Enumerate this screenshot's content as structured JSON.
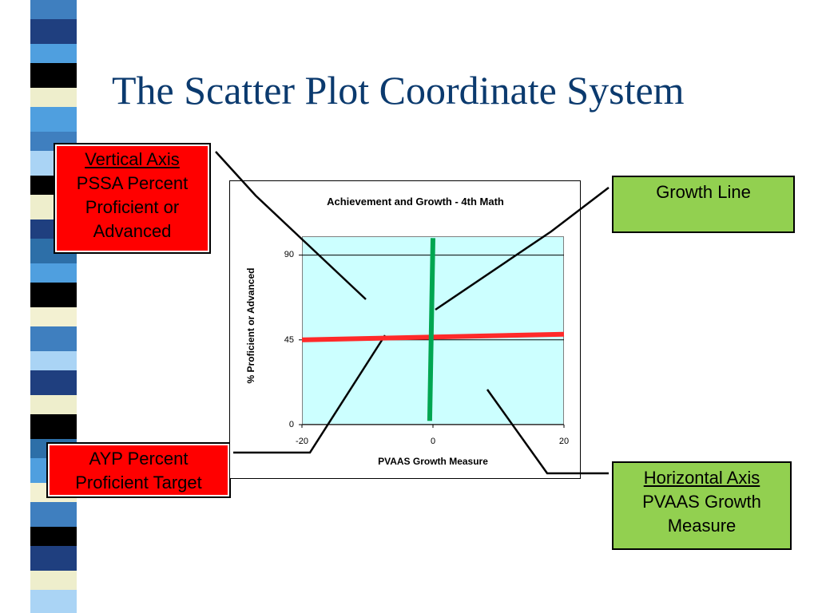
{
  "slide": {
    "title": "The Scatter Plot Coordinate System"
  },
  "callouts": {
    "vertical_axis": {
      "heading": "Vertical Axis",
      "line1": "PSSA Percent",
      "line2": "Proficient or",
      "line3": "Advanced"
    },
    "growth_line": {
      "text": "Growth Line"
    },
    "ayp": {
      "line1": "AYP Percent",
      "line2": "Proficient Target"
    },
    "horizontal_axis": {
      "heading": "Horizontal Axis",
      "line1": "PVAAS Growth",
      "line2": "Measure"
    }
  },
  "colors": {
    "title": "#0b3a6e",
    "red_box": "#ff0000",
    "green_box": "#92d050",
    "plot_bg": "#ccffff",
    "growth_line": "#00a651",
    "ayp_line": "#ff2a2a"
  },
  "chart_data": {
    "type": "line",
    "title": "Achievement and Growth - 4th Math",
    "xlabel": "PVAAS Growth Measure",
    "ylabel": "% Proficient or Advanced",
    "xlim": [
      -20,
      20
    ],
    "ylim": [
      0,
      100
    ],
    "x_ticks": [
      "-20",
      "0",
      "20"
    ],
    "y_ticks": [
      "0",
      "45",
      "90"
    ],
    "grid": "horizontal",
    "series": [
      {
        "role": "AYP target",
        "color": "#ff2a2a",
        "x": [
          -20,
          20
        ],
        "y": [
          45,
          48
        ]
      },
      {
        "role": "growth",
        "color": "#00a651",
        "x": [
          -0.5,
          0
        ],
        "y": [
          2,
          99
        ]
      }
    ]
  }
}
